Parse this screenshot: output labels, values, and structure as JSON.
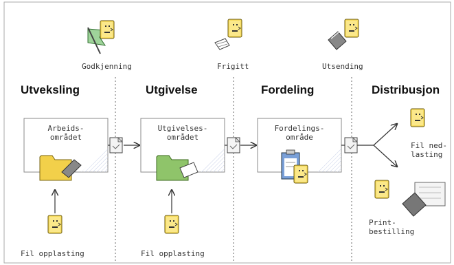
{
  "approvals": {
    "godkjenning": "Godkjenning",
    "frigitt": "Frigitt",
    "utsending": "Utsending"
  },
  "stages": {
    "utveksling": "Utveksling",
    "utgivelse": "Utgivelse",
    "fordeling": "Fordeling",
    "distribusjon": "Distribusjon"
  },
  "areas": {
    "arbeidsomradet": "Arbeids-\nområdet",
    "utgivelsesomradet": "Utgivelses-\nområdet",
    "fordelingsomrade": "Fordelings-\nområde"
  },
  "outputs": {
    "fil_nedlasting": "Fil ned-\nlasting",
    "printbestilling": "Print-\nbestilling"
  },
  "uploads": {
    "upload_1": "Fil opplasting",
    "upload_2": "Fil opplasting"
  },
  "colors": {
    "folder_yellow": "#f2d04a",
    "folder_green": "#8fc46a",
    "flag_green": "#9fd49a",
    "dotted_line": "#666666"
  }
}
